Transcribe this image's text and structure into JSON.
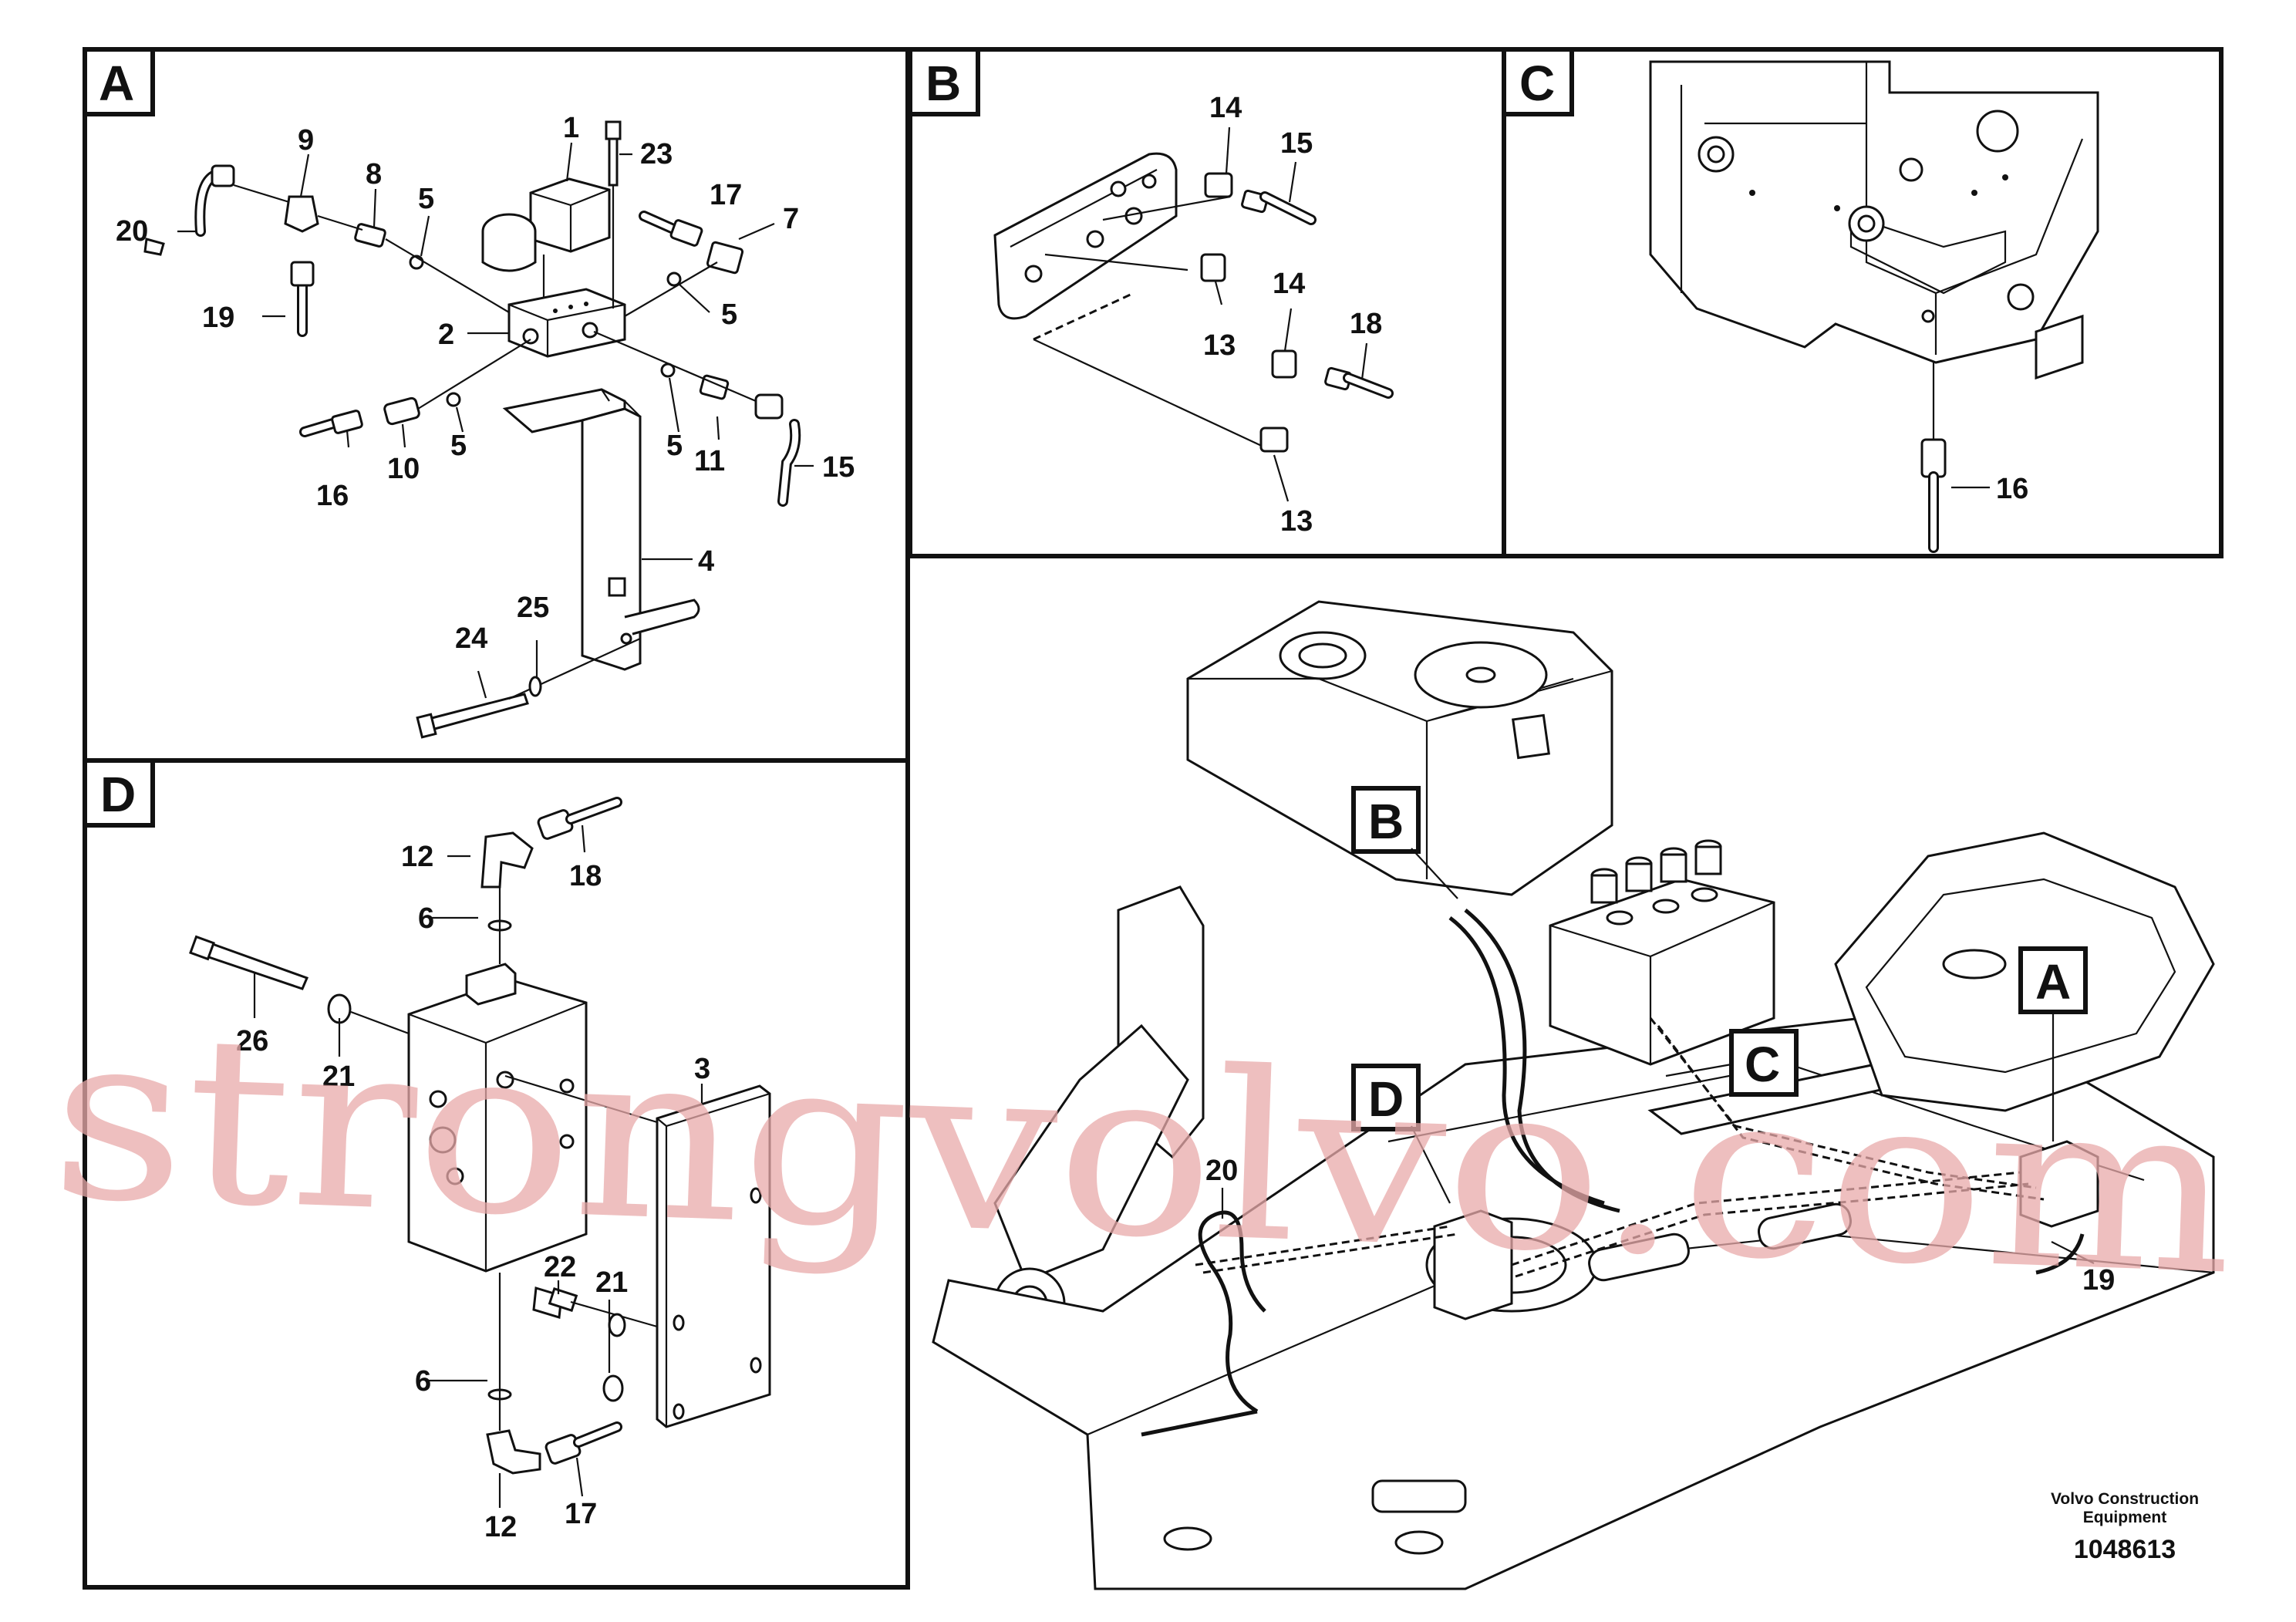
{
  "panels": {
    "A": {
      "letter": "A",
      "callouts": [
        "1",
        "2",
        "4",
        "5",
        "5",
        "5",
        "5",
        "7",
        "8",
        "9",
        "10",
        "11",
        "15",
        "16",
        "17",
        "19",
        "20",
        "23",
        "24",
        "25"
      ]
    },
    "B": {
      "letter": "B",
      "callouts": [
        "13",
        "13",
        "14",
        "14",
        "15",
        "18"
      ]
    },
    "C": {
      "letter": "C",
      "callouts": [
        "16"
      ]
    },
    "D": {
      "letter": "D",
      "callouts": [
        "3",
        "6",
        "6",
        "12",
        "12",
        "17",
        "18",
        "21",
        "21",
        "22",
        "26"
      ]
    }
  },
  "overview": {
    "labels": {
      "A": "A",
      "B": "B",
      "C": "C",
      "D": "D"
    },
    "callouts": {
      "c20": "20",
      "c19": "19"
    }
  },
  "watermark": "strongvolvo.com",
  "footer": {
    "maker_line1": "Volvo Construction",
    "maker_line2": "Equipment",
    "drawing_number": "1048613"
  },
  "icons": [
    "solenoid-valve-icon",
    "valve-block-icon",
    "bracket-icon",
    "hose-icon",
    "fitting-icon",
    "seal-ring-icon",
    "bolt-icon",
    "excavator-frame-icon",
    "control-valve-icon"
  ]
}
